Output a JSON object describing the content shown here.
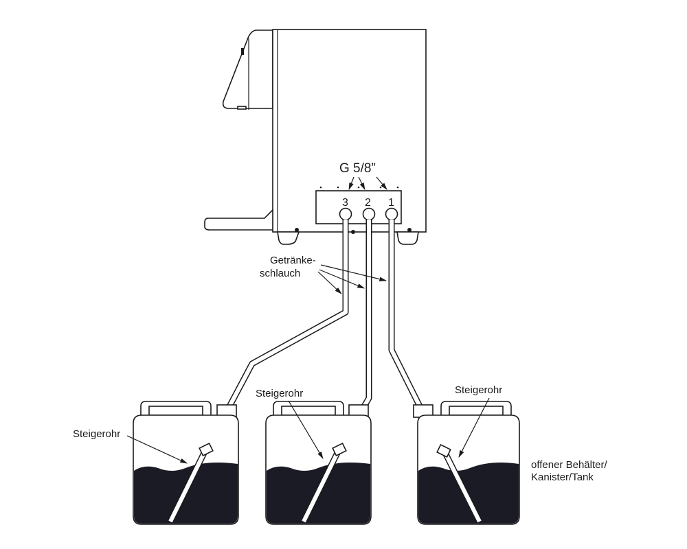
{
  "connector": {
    "thread": "G 5/8”",
    "ports": [
      "3",
      "2",
      "1"
    ]
  },
  "hose_label": {
    "line1": "Getränke-",
    "line2": "schlauch"
  },
  "riser_labels": [
    "Steigerohr",
    "Steigerohr",
    "Steigerohr"
  ],
  "container_label": {
    "line1": "offener Behälter/",
    "line2": "Kanister/Tank"
  },
  "colors": {
    "stroke": "#1a1a1a",
    "liquid": "#1b1b26",
    "background": "#ffffff"
  }
}
